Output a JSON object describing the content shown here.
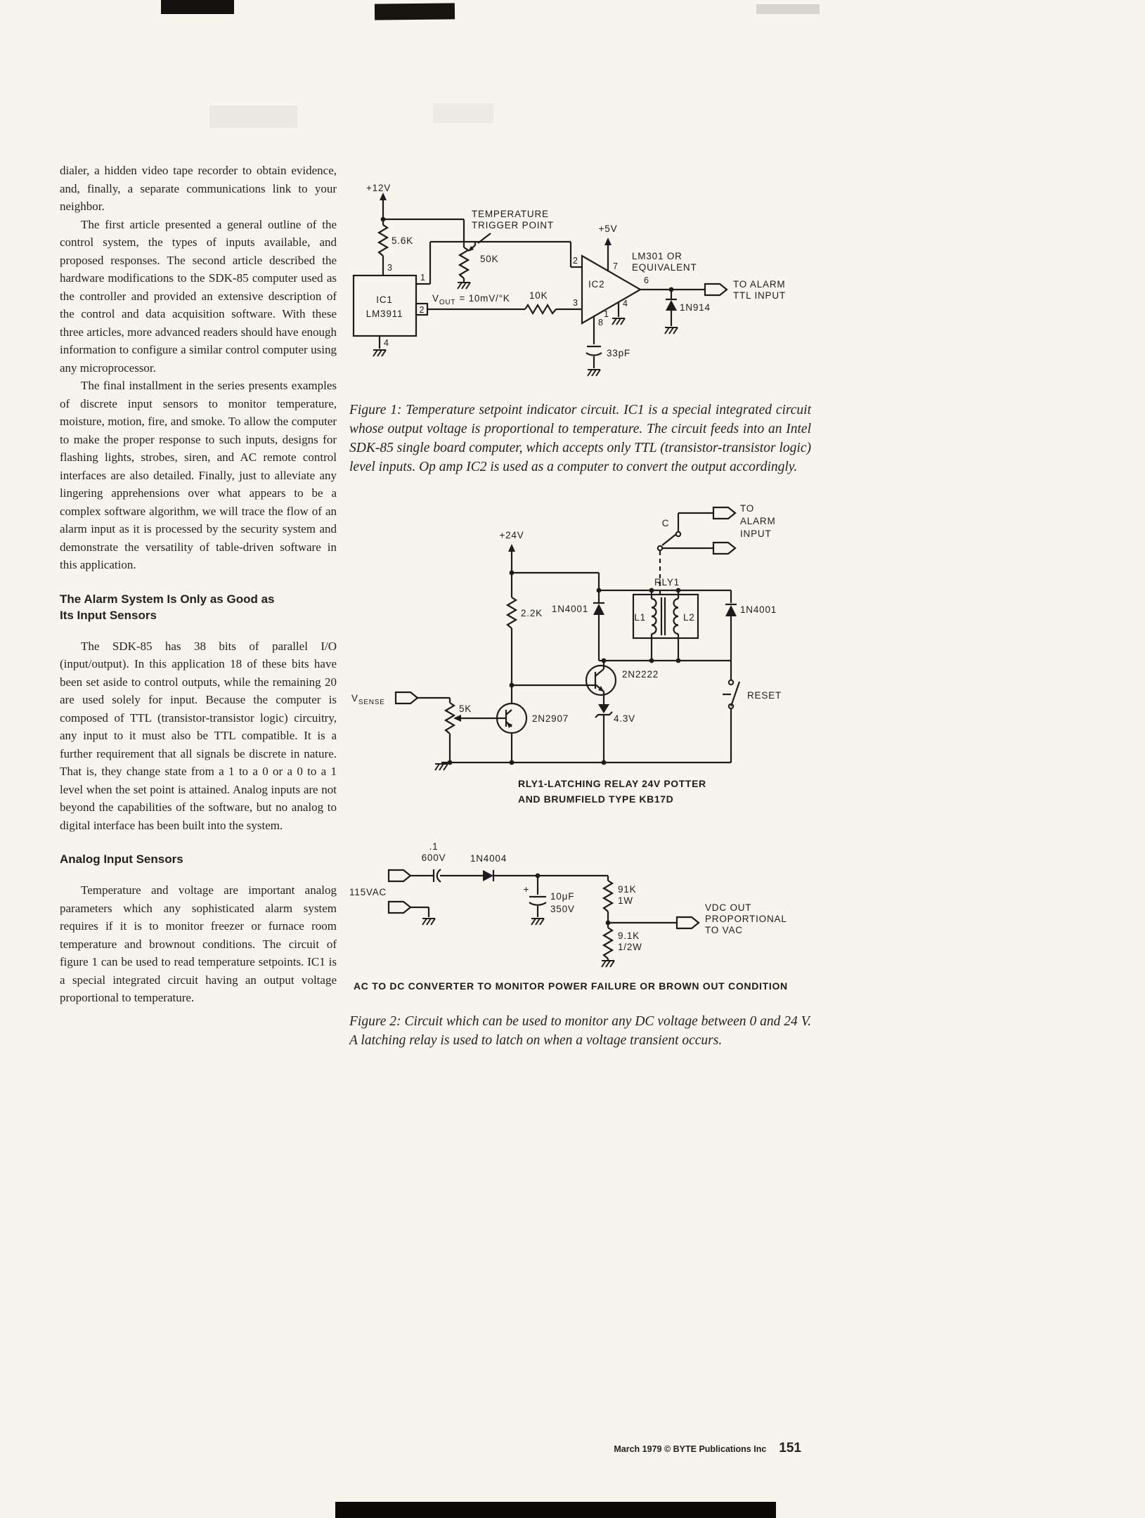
{
  "page": {
    "bg": "#f6f4ed",
    "footer_credit": "March 1979 © BYTE Publications Inc",
    "footer_page": "151"
  },
  "article": {
    "p1": "dialer, a hidden video tape recorder to obtain evidence, and, finally, a separate communications link to your neighbor.",
    "p2": "The first article presented a general outline of the control system, the types of inputs available, and proposed responses. The second article described the hardware modifications to the SDK-85 computer used as the controller and provided an extensive description of the control and data acquisition software. With these three articles, more advanced readers should have enough information to configure a similar control computer using any microprocessor.",
    "p3": "The final installment in the series presents examples of discrete input sensors to monitor temperature, moisture, motion, fire, and smoke. To allow the computer to make the proper response to such inputs, designs for flashing lights, strobes, siren, and AC remote control interfaces are also detailed. Finally, just to alleviate any lingering apprehensions over what appears to be a complex software algorithm, we will trace the flow of an alarm input as it is processed by the security system and demonstrate the versatility of table-driven software in this application.",
    "h1a": "The Alarm System Is Only as Good as",
    "h1b": "Its Input Sensors",
    "p4": "The SDK-85 has 38 bits of parallel I/O (input/output). In this application 18 of these bits have been set aside to control outputs, while the remaining 20 are used solely for input. Because the computer is composed of TTL (transistor-transistor logic) circuitry, any input to it must also be TTL compatible. It is a further requirement that all signals be discrete in nature. That is, they change state from a 1 to a 0 or a 0 to a 1 level when the set point is attained. Analog inputs are not beyond the capabilities of the software, but no analog to digital interface has been built into the system.",
    "h2": "Analog Input Sensors",
    "p5": "Temperature and voltage are important analog parameters which any sophisticated alarm system requires if it is to monitor freezer or furnace room temperature and brownout conditions. The circuit of figure 1 can be used to read temperature setpoints. IC1 is a special integrated circuit having an output voltage proportional to temperature."
  },
  "fig1": {
    "caption": "Figure 1: Temperature setpoint indicator circuit. IC1 is a special integrated circuit whose output voltage is proportional to temperature. The circuit feeds into an Intel SDK-85 single board computer, which accepts only TTL (transistor-transistor logic) level inputs. Op amp IC2 is used as a computer to convert the output accordingly.",
    "labels": {
      "v12": "+12V",
      "r5k6": "5.6K",
      "temp1": "TEMPERATURE",
      "temp2": "TRIGGER POINT",
      "r50k": "50K",
      "pin3": "3",
      "pin1": "1",
      "pin2": "2",
      "pin4": "4",
      "ic1": "IC1",
      "ic1name": "LM3911",
      "vout_v": "V",
      "vout_sub": "OUT",
      "vout_eq": "= 10mV/°K",
      "r10k": "10K",
      "p5v": "+5V",
      "opin2": "2",
      "opin3": "3",
      "opin7": "7",
      "ic2": "IC2",
      "opin6": "6",
      "lm301a": "LM301 OR",
      "lm301b": "EQUIVALENT",
      "out1": "TO ALARM",
      "out2": "TTL INPUT",
      "opin4": "4",
      "opin1": "1",
      "d914": "1N914",
      "opin8": "8",
      "c33": "33pF"
    }
  },
  "fig2": {
    "caption": "Figure 2: Circuit which can be used to monitor any DC voltage between 0 and 24 V. A latching relay is used to latch on when a voltage transient occurs.",
    "relay_note1": "RLY1-LATCHING RELAY 24V POTTER",
    "relay_note2": "AND BRUMFIELD TYPE KB17D",
    "converter_note": "AC TO DC CONVERTER TO MONITOR POWER FAILURE OR BROWN OUT CONDITION",
    "labels": {
      "to": "TO",
      "alarm": "ALARM",
      "input": "INPUT",
      "c": "C",
      "v24": "+24V",
      "rly1": "RLY1",
      "r2k2": "2.2K",
      "d1": "1N4001",
      "l1": "L1",
      "l2": "L2",
      "d2": "1N4001",
      "q1": "2N2222",
      "q2": "2N2907",
      "vs_v": "V",
      "vs_sub": "SENSE",
      "r5k": "5K",
      "z43": "4.3V",
      "reset": "RESET"
    },
    "labels2": {
      "c1a": ".1",
      "c1b": "600V",
      "d3": "1N4004",
      "vac": "115VAC",
      "plus": "+",
      "c2a": "10μF",
      "c2b": "350V",
      "r91": "91K",
      "r91w": "1W",
      "r9k1": "9.1K",
      "r9k1w": "1/2W",
      "o1": "VDC OUT",
      "o2": "PROPORTIONAL",
      "o3": "TO VAC"
    }
  }
}
